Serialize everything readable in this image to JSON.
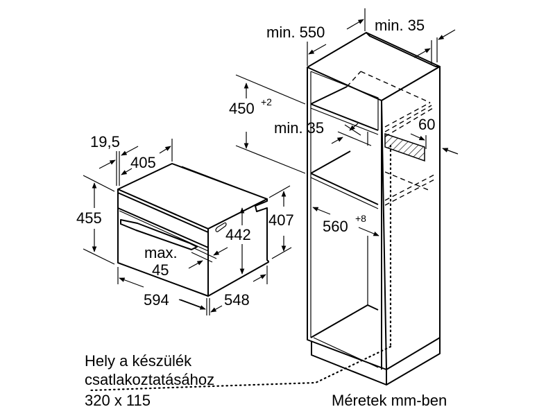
{
  "diagram": {
    "title": "Built-in compact oven installation dimensions",
    "appliance": {
      "dimensions": {
        "panel_offset": "19,5",
        "depth_body": "405",
        "height_total": "455",
        "height_body": "442",
        "height_rear": "407",
        "width": "594",
        "depth": "548",
        "door_gap_label_1": "max.",
        "door_gap_label_2": "45"
      }
    },
    "cabinet": {
      "dimensions": {
        "depth_min": "min. 550",
        "rear_gap_min": "min. 35",
        "niche_height": "450",
        "niche_height_tolerance": "+2",
        "shelf_gap_min": "min. 35",
        "vent_depth": "60",
        "niche_width": "560",
        "niche_width_tolerance": "+8"
      }
    },
    "notes": {
      "connection_line_1": "Hely a készülék",
      "connection_line_2": "csatlakoztatásához",
      "connection_size": "320 x 115",
      "units": "Méretek mm-ben"
    }
  }
}
